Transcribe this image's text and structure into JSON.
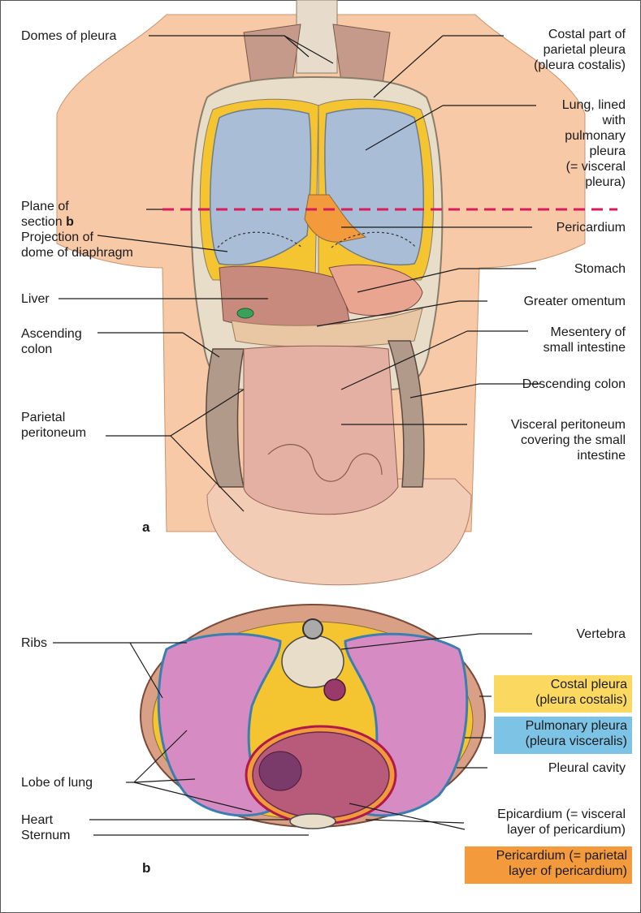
{
  "panel_a": {
    "marker": "a",
    "labels": {
      "domes_of_pleura": "Domes of pleura",
      "costal_part_1": "Costal part of",
      "costal_part_2": "parietal pleura",
      "costal_part_3": "(pleura costalis)",
      "lung_1": "Lung, lined",
      "lung_2": "with",
      "lung_3": "pulmonary",
      "lung_4": "pleura",
      "lung_5": "(= visceral",
      "lung_6": "pleura)",
      "plane_1": "Plane of",
      "plane_2": "section ",
      "plane_2_b": "b",
      "pericardium": "Pericardium",
      "projection_1": "Projection of",
      "projection_2": "dome of diaphragm",
      "stomach": "Stomach",
      "liver": "Liver",
      "greater_omentum": "Greater omentum",
      "ascending_1": "Ascending",
      "ascending_2": "colon",
      "mesentery_1": "Mesentery of",
      "mesentery_2": "small intestine",
      "descending_colon": "Descending colon",
      "parietal_1": "Parietal",
      "parietal_2": "peritoneum",
      "visceral_1": "Visceral peritoneum",
      "visceral_2": "covering the small",
      "visceral_3": "intestine"
    }
  },
  "panel_b": {
    "marker": "b",
    "labels": {
      "ribs": "Ribs",
      "vertebra": "Vertebra",
      "costal_pleura_1": "Costal pleura",
      "costal_pleura_2": "(pleura costalis)",
      "pulmonary_pleura_1": "Pulmonary pleura",
      "pulmonary_pleura_2": "(pleura visceralis)",
      "lobe_of_lung": "Lobe of lung",
      "pleural_cavity": "Pleural cavity",
      "heart": "Heart",
      "epicardium_1": "Epicardium (= visceral",
      "epicardium_2": "layer of pericardium)",
      "sternum": "Sternum",
      "pericardium_1": "Pericardium (= parietal",
      "pericardium_2": "layer of pericardium)"
    }
  },
  "colors": {
    "skin": "#f7c9a6",
    "lung": "#a9bed6",
    "parietal_pleura": "#f4c431",
    "pericardium": "#f39a3c",
    "section_line": "#d81b5a",
    "lung_tissue": "#d68cc2",
    "highlight_yellow": "#fbd961",
    "highlight_blue": "#7cc3e6",
    "highlight_orange": "#f39a3c"
  }
}
